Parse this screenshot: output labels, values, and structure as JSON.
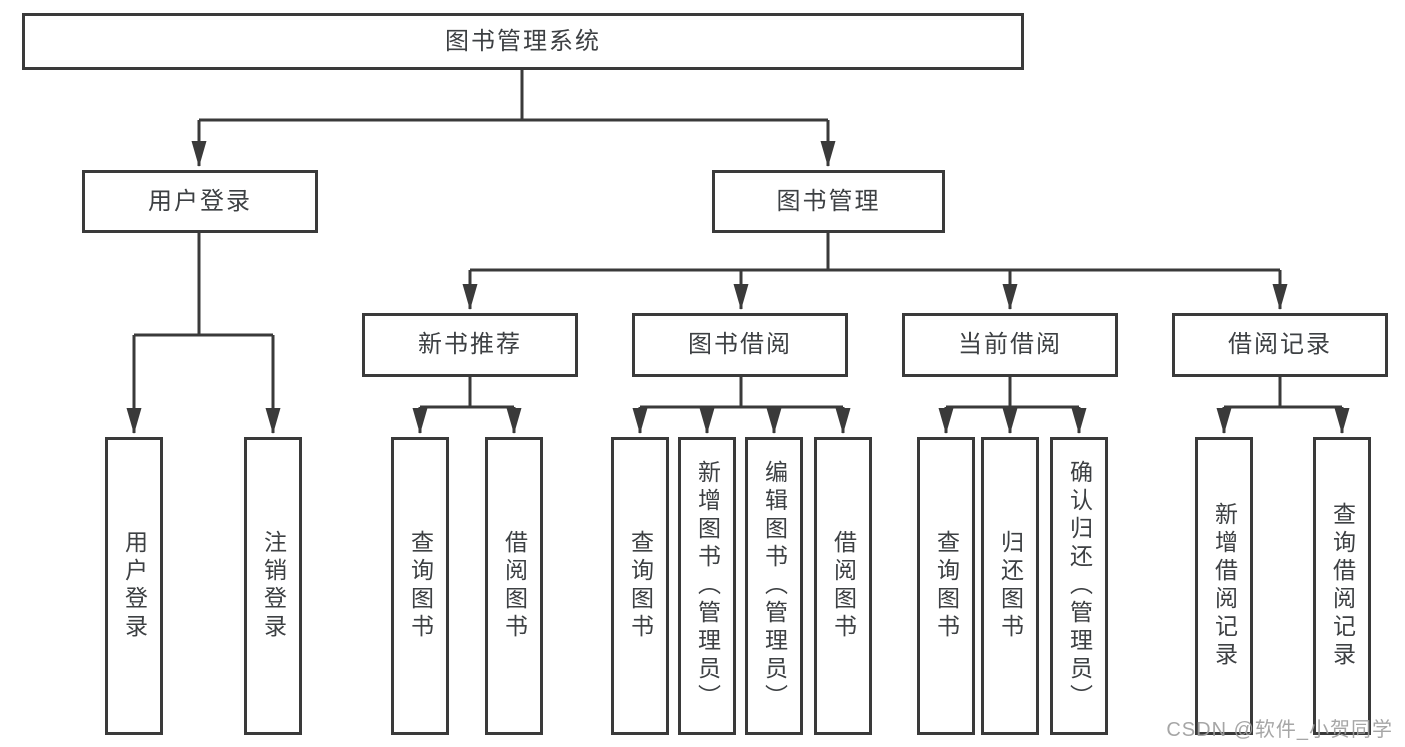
{
  "tree": {
    "root": {
      "label": "图书管理系统"
    },
    "branches": [
      {
        "label": "用户登录",
        "children": [
          {
            "label": "用户登录"
          },
          {
            "label": "注销登录"
          }
        ]
      },
      {
        "label": "图书管理",
        "children": [
          {
            "label": "新书推荐",
            "children": [
              {
                "label": "查询图书"
              },
              {
                "label": "借阅图书"
              }
            ]
          },
          {
            "label": "图书借阅",
            "children": [
              {
                "label": "查询图书"
              },
              {
                "label": "新增图书（管理员）"
              },
              {
                "label": "编辑图书（管理员）"
              },
              {
                "label": "借阅图书"
              }
            ]
          },
          {
            "label": "当前借阅",
            "children": [
              {
                "label": "查询图书"
              },
              {
                "label": "归还图书"
              },
              {
                "label": "确认归还（管理员）"
              }
            ]
          },
          {
            "label": "借阅记录",
            "children": [
              {
                "label": "新增借阅记录"
              },
              {
                "label": "查询借阅记录"
              }
            ]
          }
        ]
      }
    ]
  },
  "watermark": {
    "text": "CSDN @软件_小贺同学"
  },
  "colors": {
    "line": "#3a3a3a",
    "border": "#3a3a3a",
    "text": "#3d4043",
    "watermark": "#9e9e9e",
    "background": "#ffffff"
  }
}
